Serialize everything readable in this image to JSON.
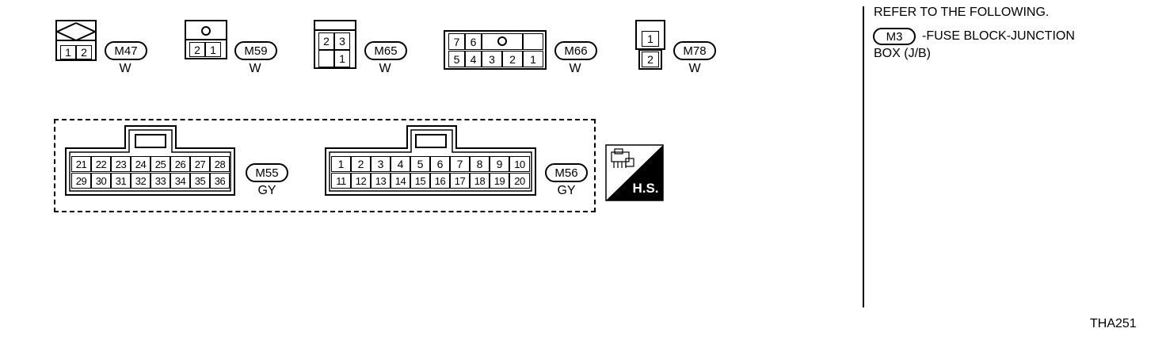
{
  "connectors": {
    "m47": {
      "pins": [
        "1",
        "2"
      ],
      "id": "M47",
      "color": "W"
    },
    "m59": {
      "pins": [
        "2",
        "1"
      ],
      "id": "M59",
      "color": "W"
    },
    "m65": {
      "pins_top": [
        "2",
        "3"
      ],
      "pins_bottom": [
        "1"
      ],
      "id": "M65",
      "color": "W"
    },
    "m66": {
      "pins_top": [
        "7",
        "6"
      ],
      "pins_bottom": [
        "5",
        "4",
        "3",
        "2",
        "1"
      ],
      "id": "M66",
      "color": "W"
    },
    "m78": {
      "pins": [
        "1",
        "2"
      ],
      "id": "M78",
      "color": "W"
    },
    "m55": {
      "row1": [
        "21",
        "22",
        "23",
        "24",
        "25",
        "26",
        "27",
        "28"
      ],
      "row2": [
        "29",
        "30",
        "31",
        "32",
        "33",
        "34",
        "35",
        "36"
      ],
      "id": "M55",
      "color": "GY"
    },
    "m56": {
      "row1": [
        "1",
        "2",
        "3",
        "4",
        "5",
        "6",
        "7",
        "8",
        "9",
        "10"
      ],
      "row2": [
        "11",
        "12",
        "13",
        "14",
        "15",
        "16",
        "17",
        "18",
        "19",
        "20"
      ],
      "id": "M56",
      "color": "GY"
    }
  },
  "hs_badge": {
    "label": "H.S.",
    "icon": "connector-shield-icon"
  },
  "note": {
    "line1": "REFER TO THE FOLLOWING.",
    "ref_id": "M3",
    "line2": "-FUSE BLOCK-JUNCTION",
    "line3": "BOX (J/B)"
  },
  "figure_code": "THA251"
}
